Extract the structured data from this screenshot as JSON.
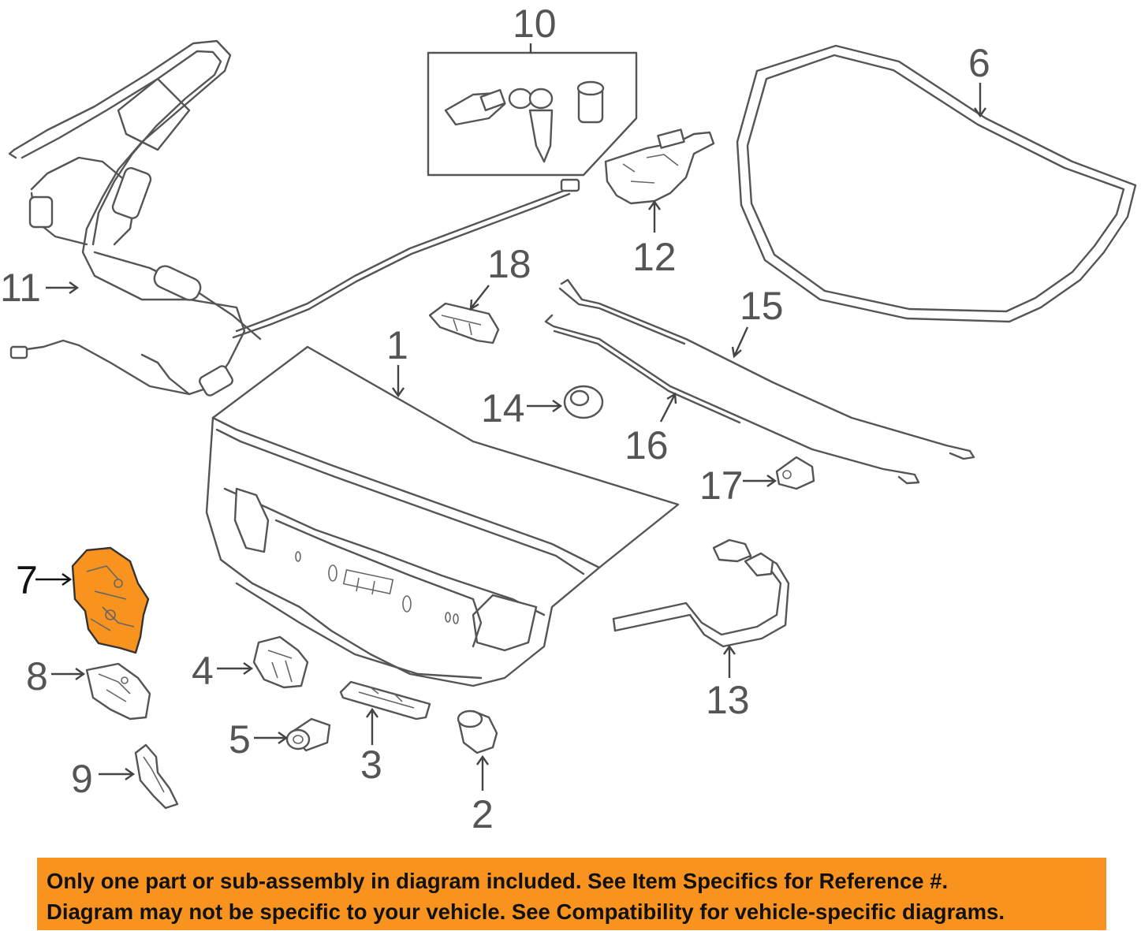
{
  "callouts": [
    {
      "id": "1",
      "label": "1",
      "highlighted": false
    },
    {
      "id": "2",
      "label": "2",
      "highlighted": false
    },
    {
      "id": "3",
      "label": "3",
      "highlighted": false
    },
    {
      "id": "4",
      "label": "4",
      "highlighted": false
    },
    {
      "id": "5",
      "label": "5",
      "highlighted": false
    },
    {
      "id": "6",
      "label": "6",
      "highlighted": false
    },
    {
      "id": "7",
      "label": "7",
      "highlighted": true
    },
    {
      "id": "8",
      "label": "8",
      "highlighted": false
    },
    {
      "id": "9",
      "label": "9",
      "highlighted": false
    },
    {
      "id": "10",
      "label": "10",
      "highlighted": false
    },
    {
      "id": "11",
      "label": "11",
      "highlighted": false
    },
    {
      "id": "12",
      "label": "12",
      "highlighted": false
    },
    {
      "id": "13",
      "label": "13",
      "highlighted": false
    },
    {
      "id": "14",
      "label": "14",
      "highlighted": false
    },
    {
      "id": "15",
      "label": "15",
      "highlighted": false
    },
    {
      "id": "16",
      "label": "16",
      "highlighted": false
    },
    {
      "id": "17",
      "label": "17",
      "highlighted": false
    },
    {
      "id": "18",
      "label": "18",
      "highlighted": false
    }
  ],
  "notice": {
    "line1": "Only one part or sub-assembly in diagram included. See Item Specifics for Reference #.",
    "line2": "Diagram may not be specific to your vehicle. See Compatibility for vehicle-specific diagrams."
  },
  "colors": {
    "highlight": "#f7931e",
    "banner_bg": "#f7931e",
    "line": "#555555"
  }
}
